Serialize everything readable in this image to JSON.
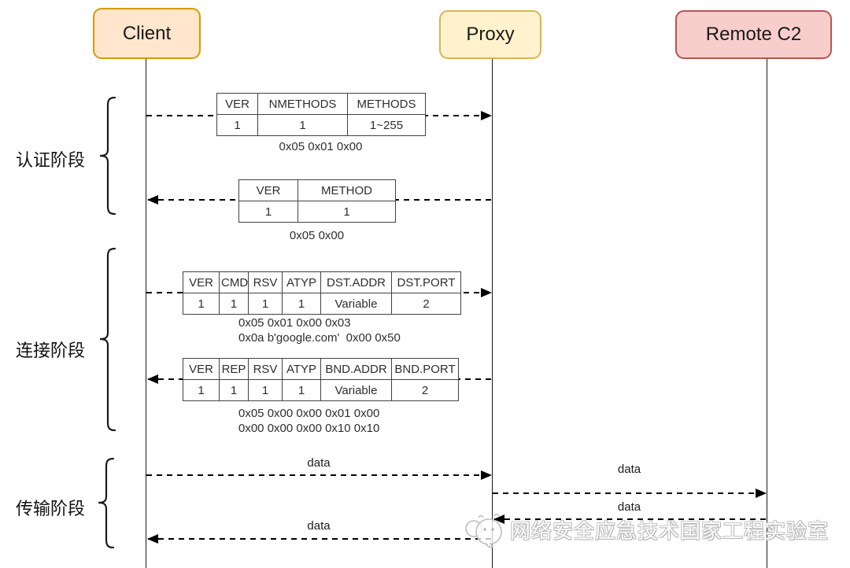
{
  "actors": [
    {
      "name": "Client"
    },
    {
      "name": "Proxy"
    },
    {
      "name": "Remote C2"
    }
  ],
  "colors": {
    "client_fill": "#ffe6cc",
    "client_border": "#d79b00",
    "proxy_fill": "#fff2cc",
    "proxy_border": "#d6b656",
    "remote_fill": "#f8cecc",
    "remote_border": "#b85450"
  },
  "phases": [
    {
      "label": "认证阶段"
    },
    {
      "label": "连接阶段"
    },
    {
      "label": "传输阶段"
    }
  ],
  "messages": {
    "auth_request": {
      "headers": [
        "VER",
        "NMETHODS",
        "METHODS"
      ],
      "values": [
        "1",
        "1",
        "1~255"
      ],
      "caption": [
        "0x05 0x01 0x00"
      ]
    },
    "auth_reply": {
      "headers": [
        "VER",
        "METHOD"
      ],
      "values": [
        "1",
        "1"
      ],
      "caption": [
        "0x05 0x00"
      ]
    },
    "connect_request": {
      "headers": [
        "VER",
        "CMD",
        "RSV",
        "ATYP",
        "DST.ADDR",
        "DST.PORT"
      ],
      "values": [
        "1",
        "1",
        "1",
        "1",
        "Variable",
        "2"
      ],
      "caption": [
        "0x05 0x01 0x00 0x03",
        "0x0a b'google.com'  0x00 0x50"
      ]
    },
    "connect_reply": {
      "headers": [
        "VER",
        "REP",
        "RSV",
        "ATYP",
        "BND.ADDR",
        "BND.PORT"
      ],
      "values": [
        "1",
        "1",
        "1",
        "1",
        "Variable",
        "2"
      ],
      "caption": [
        "0x05 0x00 0x00 0x01 0x00",
        "0x00 0x00 0x00 0x10 0x10"
      ]
    },
    "data_label": "data"
  },
  "watermark": {
    "text": "网络安全应急技术国家工程实验室"
  }
}
